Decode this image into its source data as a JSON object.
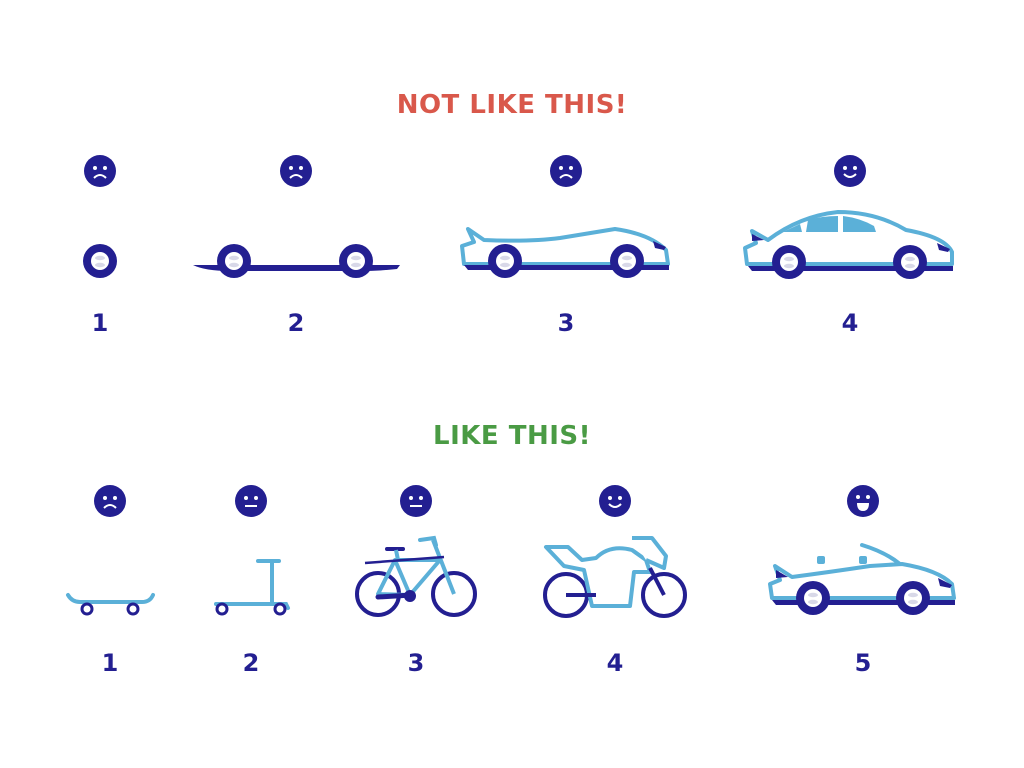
{
  "colors": {
    "bad": "#d9584b",
    "good": "#4a9b44",
    "navy": "#231f91",
    "light": "#5bb0d8",
    "gray": "#d8d8e8"
  },
  "not_like_this": {
    "title": "NOT LIKE THIS!",
    "steps": [
      {
        "label": "1",
        "face": "sad",
        "vehicle": "wheel"
      },
      {
        "label": "2",
        "face": "sad",
        "vehicle": "chassis"
      },
      {
        "label": "3",
        "face": "sad",
        "vehicle": "car-body"
      },
      {
        "label": "4",
        "face": "happy",
        "vehicle": "car"
      }
    ]
  },
  "like_this": {
    "title": "LIKE THIS!",
    "steps": [
      {
        "label": "1",
        "face": "sad",
        "vehicle": "skateboard"
      },
      {
        "label": "2",
        "face": "neutral",
        "vehicle": "scooter"
      },
      {
        "label": "3",
        "face": "neutral",
        "vehicle": "bicycle"
      },
      {
        "label": "4",
        "face": "happy",
        "vehicle": "motorcycle"
      },
      {
        "label": "5",
        "face": "very-happy",
        "vehicle": "convertible"
      }
    ]
  }
}
